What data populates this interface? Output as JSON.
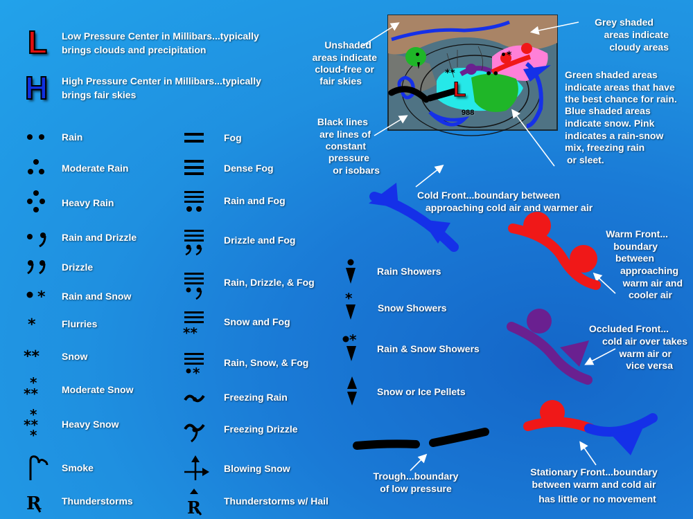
{
  "pressure": {
    "low": {
      "letter": "L",
      "text1": "Low Pressure Center in Millibars...typically",
      "text2": "brings clouds and precipitation",
      "color": "#e01010"
    },
    "high": {
      "letter": "H",
      "text1": "High Pressure Center in Millibars...typically",
      "text2": "brings fair skies",
      "color": "#1030e0"
    }
  },
  "left_symbols": [
    {
      "icon": "rain-icon",
      "label": "Rain"
    },
    {
      "icon": "moderate-rain-icon",
      "label": "Moderate Rain"
    },
    {
      "icon": "heavy-rain-icon",
      "label": "Heavy Rain"
    },
    {
      "icon": "rain-drizzle-icon",
      "label": "Rain and Drizzle"
    },
    {
      "icon": "drizzle-icon",
      "label": "Drizzle"
    },
    {
      "icon": "rain-snow-icon",
      "label": "Rain and Snow"
    },
    {
      "icon": "flurries-icon",
      "label": "Flurries"
    },
    {
      "icon": "snow-icon",
      "label": "Snow"
    },
    {
      "icon": "moderate-snow-icon",
      "label": "Moderate Snow"
    },
    {
      "icon": "heavy-snow-icon",
      "label": "Heavy Snow"
    },
    {
      "icon": "smoke-icon",
      "label": "Smoke"
    },
    {
      "icon": "thunderstorm-icon",
      "label": "Thunderstorms"
    }
  ],
  "mid_symbols": [
    {
      "icon": "fog-icon",
      "label": "Fog"
    },
    {
      "icon": "dense-fog-icon",
      "label": "Dense Fog"
    },
    {
      "icon": "rain-fog-icon",
      "label": "Rain and Fog"
    },
    {
      "icon": "drizzle-fog-icon",
      "label": "Drizzle and Fog"
    },
    {
      "icon": "rain-drizzle-fog-icon",
      "label": "Rain, Drizzle, & Fog"
    },
    {
      "icon": "snow-fog-icon",
      "label": "Snow and Fog"
    },
    {
      "icon": "rain-snow-fog-icon",
      "label": "Rain, Snow, & Fog"
    },
    {
      "icon": "freezing-rain-icon",
      "label": "Freezing Rain"
    },
    {
      "icon": "freezing-drizzle-icon",
      "label": "Freezing Drizzle"
    },
    {
      "icon": "blowing-snow-icon",
      "label": "Blowing Snow"
    },
    {
      "icon": "thunderstorm-hail-icon",
      "label": "Thunderstorms w/ Hail"
    }
  ],
  "shower_symbols": [
    {
      "icon": "rain-showers-icon",
      "label": "Rain Showers"
    },
    {
      "icon": "snow-showers-icon",
      "label": "Snow Showers"
    },
    {
      "icon": "rain-snow-showers-icon",
      "label": "Rain & Snow Showers"
    },
    {
      "icon": "ice-pellets-icon",
      "label": "Snow or Ice Pellets"
    }
  ],
  "map_notes": {
    "unshaded": [
      "Unshaded",
      "areas indicate",
      "cloud-free or",
      "fair skies"
    ],
    "grey": [
      "Grey shaded",
      "areas indicate",
      "cloudy areas"
    ],
    "green": [
      "Green shaded areas",
      "indicate areas that have",
      "the best chance for rain.",
      "Blue shaded areas",
      "indicate snow. Pink",
      "indicates a rain-snow",
      "mix, freezing rain",
      "or sleet."
    ],
    "black": [
      "Black lines",
      "are lines of",
      "constant",
      "pressure",
      "or isobars"
    ],
    "map_low": "L",
    "map_pressure": "988"
  },
  "fronts": {
    "cold": [
      "Cold Front...boundary between",
      "approaching cold air and warmer air"
    ],
    "warm": [
      "Warm Front...",
      "boundary",
      "between",
      "approaching",
      "warm air and",
      "cooler air"
    ],
    "occluded": [
      "Occluded Front...",
      "cold air over takes",
      "warm air or",
      "vice versa"
    ],
    "trough": [
      "Trough...boundary",
      "of low pressure"
    ],
    "stationary": [
      "Stationary Front...boundary",
      "between warm and cold air",
      "has little or no movement"
    ]
  },
  "colors": {
    "cold": "#1530e8",
    "warm": "#f01818",
    "occluded": "#6a2090",
    "background": "#1f8ee0"
  }
}
